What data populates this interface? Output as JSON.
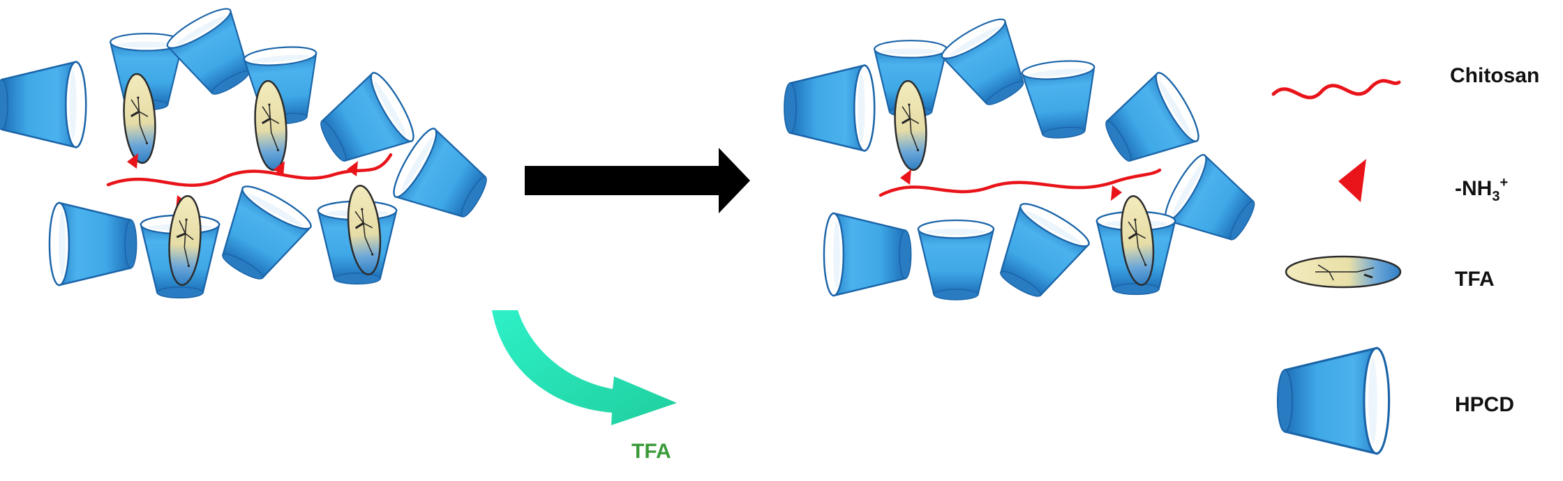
{
  "legend": {
    "chitosan": "Chitosan",
    "nh3_base": "-NH",
    "nh3_sub": "3",
    "nh3_sup": "+",
    "tfa": "TFA",
    "hpcd": "HPCD"
  },
  "released_label": "TFA",
  "colors": {
    "hpcd_blue": "#3aa3e0",
    "hpcd_dark": "#1f6fb5",
    "chitosan_red": "#e8141a",
    "tfa_yellow": "#efe6b0",
    "tfa_blue": "#3a8fd0",
    "release_arrow": "#22e0b8",
    "main_arrow": "#000000",
    "tfa_text": "#3a9a3a"
  }
}
